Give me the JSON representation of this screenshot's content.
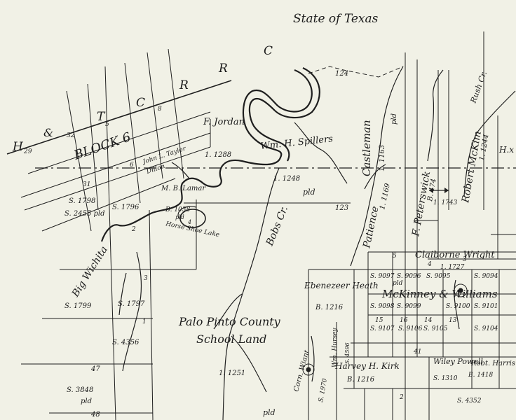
{
  "map": {
    "header": "State of Texas",
    "railroad_letters": [
      "H",
      "&",
      "T",
      "C",
      "R",
      "R",
      "C"
    ],
    "block": "BLOCK 6",
    "section_numbers": {
      "n29": "29",
      "n32": "32",
      "n5": "5",
      "n8": "8",
      "n6": "6",
      "n31": "31",
      "n124": "124",
      "n123": "123",
      "n2": "2",
      "n3": "3",
      "n1": "1",
      "n47": "47",
      "n48": "48",
      "n4": "4",
      "n13": "13",
      "n14": "14",
      "n15": "15",
      "n16": "16",
      "n41": "41",
      "n5b": "5",
      "n3b": "3",
      "n2b": "2",
      "n4b": "4"
    },
    "owners": {
      "jordan": "F. Jordan",
      "jordan_abs": "1. 1288",
      "spillers": "Wm. H. Spillers",
      "spillers_abs": "1. 1248",
      "spillers_pld": "pld",
      "castleman": "Castleman",
      "castleman_abs": "1. 1163",
      "castleman_pld": "pld",
      "patience": "Patience",
      "patience_abs": "1. 1169",
      "peterswick": "F. Peterswick",
      "peterswick_abs": "B. 474",
      "peterswick_abs2": "1. 1743",
      "mckim": "Robert McKim",
      "mckim_abs": "1. 1244",
      "taylor": "John L. Taylor",
      "dillon": "Dillon",
      "lamar": "M. B. Lamar",
      "lamar_abs": "B. 1038",
      "claiborne": "Claiborne Wright",
      "claiborne_abs": "1. 1727",
      "heath": "Ebenezeer Heath",
      "heath_abs": "B. 1216",
      "mckinney": "McKinney & Williams",
      "kirk": "Harvey H. Kirk",
      "kirk_abs": "B. 1216",
      "powell": "Wiley Powell",
      "powell_abs": "S. 1310",
      "harris": "Robt. Harris",
      "harris_abs": "B. 1418",
      "corn": "Corn. Wiant",
      "corn_abs": "S. 1970",
      "wm_hursey": "Wm. Hursey",
      "wm_hursey_abs": "S. 4596",
      "school_land_1": "Palo Pinto County",
      "school_land_2": "School Land",
      "school_abs": "1. 1251",
      "school_pld": "pld"
    },
    "surveys": {
      "s1798": "S. 1798",
      "s2455": "S. 2455 pld",
      "s1796": "S. 1796",
      "s1799": "S. 1799",
      "s1797": "S. 1797",
      "s4356": "S. 4356",
      "s3848": "S. 3848",
      "s3848_pld": "pld",
      "s9097": "S. 9097",
      "s9096": "S. 9096",
      "s9095": "S. 9095",
      "s9094": "S. 9094",
      "s9098": "S. 9098",
      "s9099": "S. 9099",
      "s9100": "S. 9100",
      "s9101": "S. 9101",
      "s9107": "S. 9107",
      "s9106": "S. 9106",
      "s9105": "S. 9105",
      "s9104": "S. 9104",
      "s4352": "S. 4352",
      "pld": "pld"
    },
    "features": {
      "big_wichita": "Big Wichita",
      "horseshoe_lake": "Horse Shoe Lake",
      "bobs_creek": "Bobs Cr.",
      "rush_creek": "Rush Cr.",
      "pld": "pld",
      "hx": "H.x"
    }
  }
}
